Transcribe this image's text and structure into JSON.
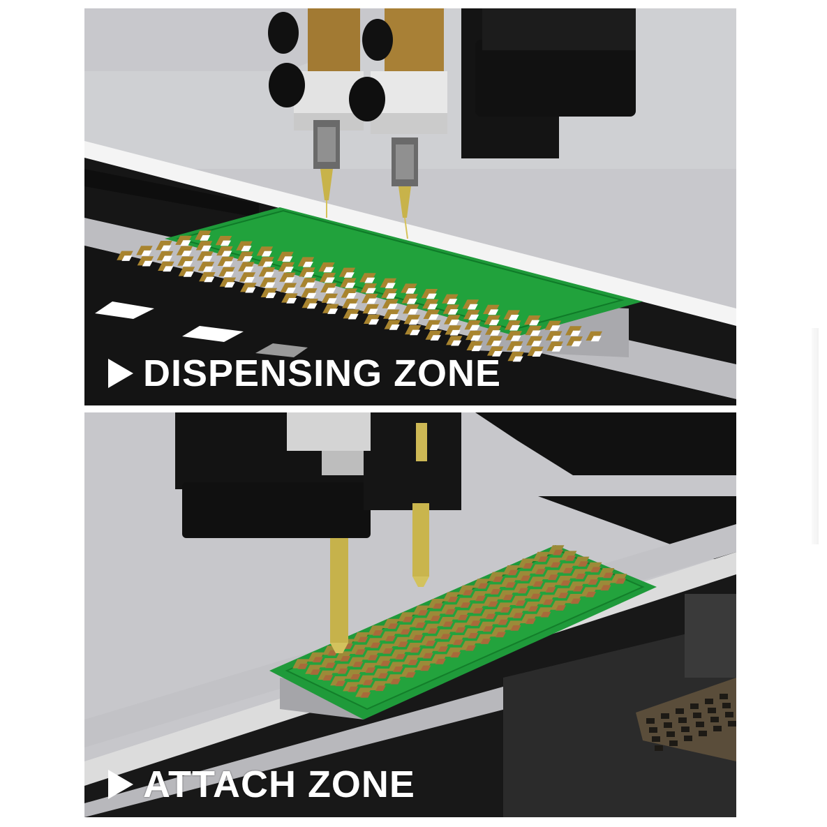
{
  "panels": [
    {
      "id": "dispensing",
      "caption": "DISPENSING ZONE"
    },
    {
      "id": "attach",
      "caption": "ATTACH ZONE"
    }
  ],
  "colors": {
    "board_green": "#1f9a3a",
    "pad_gold": "#a8842f",
    "floor_gray": "#c9c9cd",
    "frame_black": "#141414",
    "caption_text": "#ffffff"
  }
}
